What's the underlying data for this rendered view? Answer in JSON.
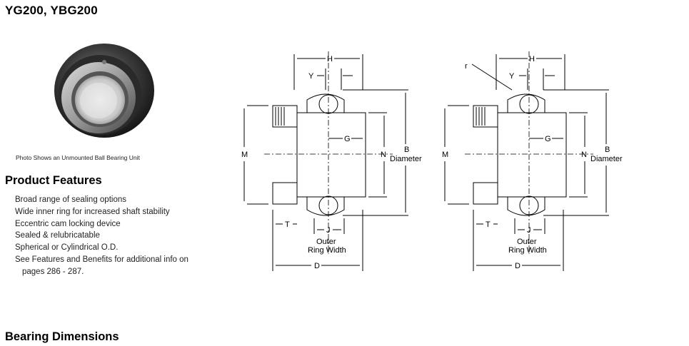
{
  "page": {
    "title": "YG200, YBG200",
    "photo_caption": "Photo Shows an Unmounted Ball Bearing Unit",
    "features_heading": "Product Features",
    "features": [
      "Broad range of sealing options",
      "Wide inner ring for increased shaft stability",
      "Eccentric cam locking device",
      "Sealed & relubricatable",
      "Spherical or Cylindrical O.D.",
      "See Features and Benefits for additional info on",
      "pages 286 - 287."
    ],
    "dimensions_heading": "Bearing Dimensions"
  },
  "diagram": {
    "H": "H",
    "Y": "Y",
    "G": "G",
    "M": "M",
    "N": "N",
    "B": "B",
    "B_desc": "Diameter",
    "T": "T",
    "J": "J",
    "J_desc_1": "Outer",
    "J_desc_2": "Ring Width",
    "D": "D",
    "r": "r"
  }
}
